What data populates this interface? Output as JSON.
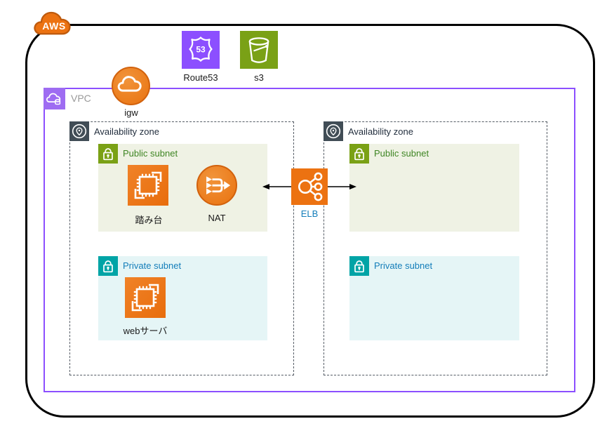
{
  "diagram": {
    "aws": {
      "label": "AWS"
    },
    "external": {
      "route53_label": "Route53",
      "route53_shield_text": "53",
      "s3_label": "s3"
    },
    "vpc": {
      "label": "VPC"
    },
    "igw": {
      "label": "igw"
    },
    "elb": {
      "label": "ELB"
    },
    "availability_zones": [
      {
        "label": "Availability zone",
        "public_subnet": {
          "label": "Public subnet",
          "instances": [
            {
              "label": "踏み台",
              "icon": "ec2-chip-icon"
            },
            {
              "label": "NAT",
              "icon": "nat-gateway-icon"
            }
          ]
        },
        "private_subnet": {
          "label": "Private subnet",
          "instances": [
            {
              "label": "webサーバ",
              "icon": "ec2-chip-icon"
            }
          ]
        }
      },
      {
        "label": "Availability zone",
        "public_subnet": {
          "label": "Public subnet",
          "instances": []
        },
        "private_subnet": {
          "label": "Private subnet",
          "instances": []
        }
      }
    ],
    "connections": [
      {
        "from": "ELB",
        "to": "Public subnet (left)",
        "style": "arrow-left"
      },
      {
        "from": "ELB",
        "to": "Public subnet (right)",
        "style": "arrow-right"
      }
    ],
    "icons": {
      "aws": "cloud-icon",
      "route53": "route-shield-icon",
      "s3": "bucket-icon",
      "vpc": "cloud-storage-icon",
      "igw": "cloud-icon",
      "availability_zone": "location-pin-icon",
      "public_subnet": "padlock-icon",
      "private_subnet": "padlock-icon",
      "ec2": "chip-icon",
      "nat": "merge-arrows-icon",
      "elb": "load-balancer-icon"
    },
    "colors": {
      "orange": "#EC7211",
      "orange_border": "#D2620D",
      "purple": "#8C4FFF",
      "purple_light": "#9E6CF2",
      "green": "#7AA116",
      "teal": "#00A4A6",
      "public_text": "#3F8624",
      "private_text": "#147EBA",
      "public_fill": "#EFF2E4",
      "private_fill": "#E5F5F6",
      "az_bg": "#414D56",
      "dash": "#545B64",
      "text": "#1A1A1A",
      "vpc_text": "#999999"
    }
  }
}
